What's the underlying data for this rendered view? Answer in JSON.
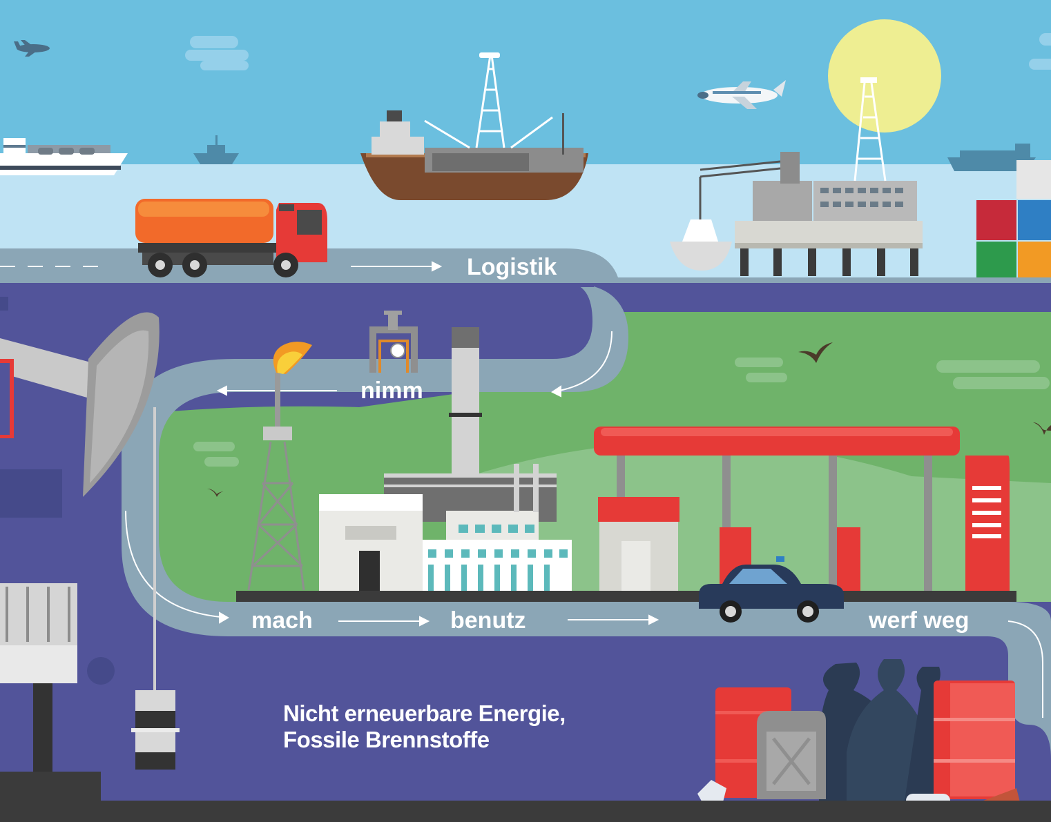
{
  "labels": {
    "logistik": "Logistik",
    "nimm": "nimm",
    "mach": "mach",
    "benutz": "benutz",
    "werf_weg": "werf weg"
  },
  "caption": {
    "line1": "Nicht erneuerbare Energie,",
    "line2": "Fossile Brennstoffe"
  },
  "colors": {
    "sky": "#6bbfdf",
    "sea": "#bfe3f4",
    "road": "#8ba6b6",
    "ground_purple": "#52549a",
    "grass": "#6fb36a",
    "sun": "#eeee92",
    "station_red": "#e63a37"
  }
}
